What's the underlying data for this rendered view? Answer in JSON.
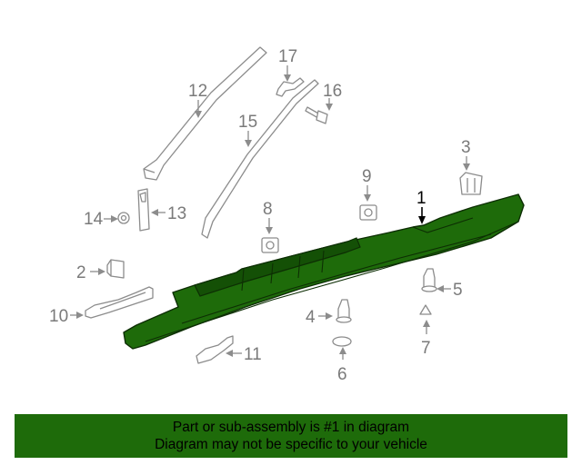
{
  "diagram": {
    "callouts": {
      "c1": "1",
      "c2": "2",
      "c3": "3",
      "c4": "4",
      "c5": "5",
      "c6": "6",
      "c7": "7",
      "c8": "8",
      "c9": "9",
      "c10": "10",
      "c11": "11",
      "c12": "12",
      "c13": "13",
      "c14": "14",
      "c15": "15",
      "c16": "16",
      "c17": "17"
    },
    "highlight_color": "#1e6b0a"
  },
  "banner": {
    "line1": "Part or sub-assembly is #1 in diagram",
    "line2": "Diagram may not be specific to your vehicle"
  }
}
